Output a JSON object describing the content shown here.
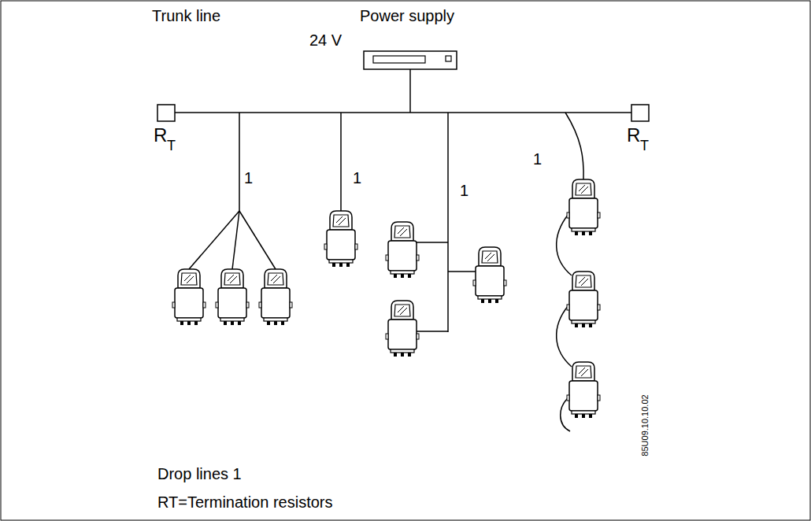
{
  "diagram": {
    "labels": [
      "Trunk line",
      "Power supply",
      "24 V",
      "R",
      "T",
      "R",
      "T",
      "1",
      "1",
      "1",
      "1",
      "85U09.10.10.02",
      "Drop lines 1",
      "RT=Termination resistors"
    ]
  }
}
